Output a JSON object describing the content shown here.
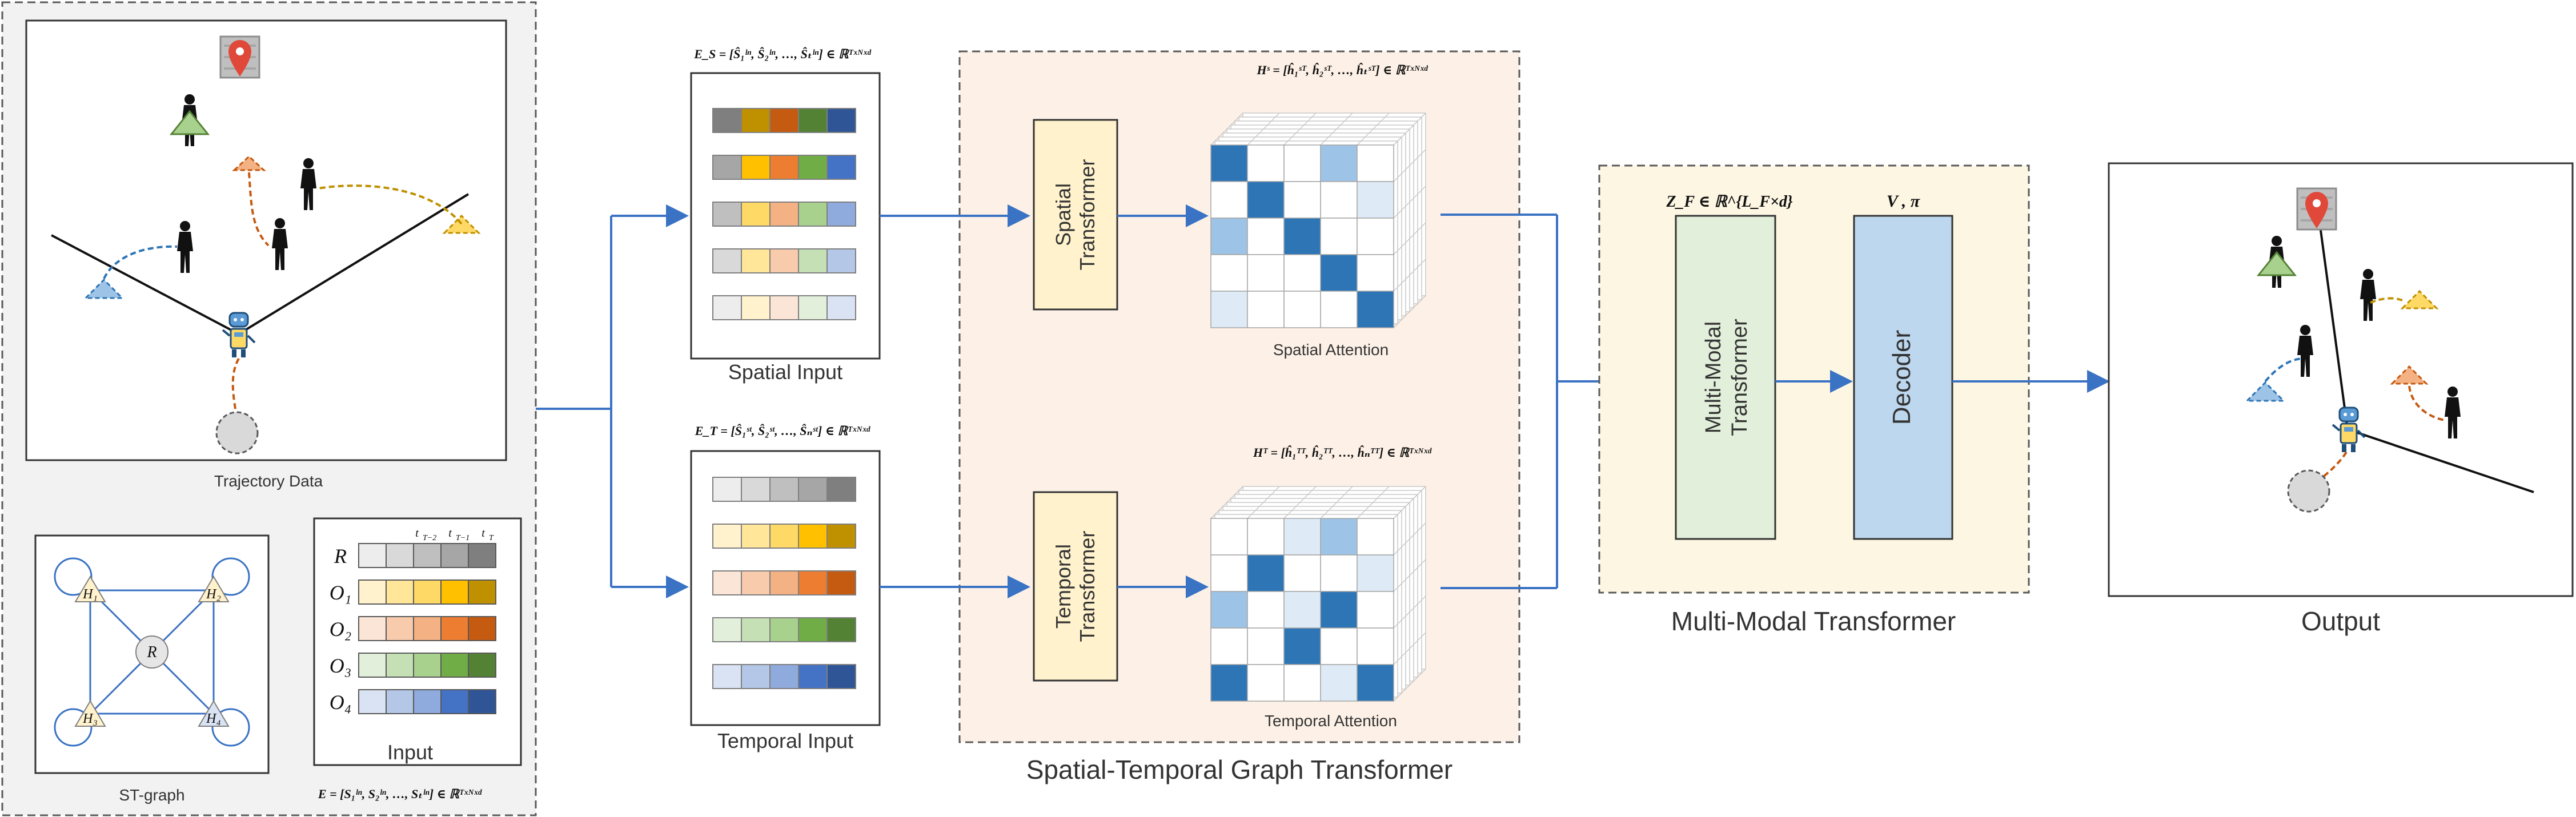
{
  "panels": {
    "trajectory_data": "Trajectory Data",
    "st_graph": "ST-graph",
    "input_label": "Input",
    "spatial_input": "Spatial Input",
    "temporal_input": "Temporal Input",
    "spatial_attention": "Spatial Attention",
    "temporal_attention": "Temporal Attention",
    "stgt_title": "Spatial-Temporal Graph Transformer",
    "mmt_title": "Multi-Modal Transformer",
    "output_title": "Output"
  },
  "blocks": {
    "spatial_transformer": [
      "Spatial",
      "Transformer"
    ],
    "temporal_transformer": [
      "Temporal",
      "Transformer"
    ],
    "multimodal_transformer": [
      "Multi-Modal",
      "Transformer"
    ],
    "decoder": "Decoder"
  },
  "formulas": {
    "E": "E = [S₁ˡⁿ, S₂ˡⁿ, …, Sₜˡⁿ] ∈ ℝᵀˣᴺˣᵈ",
    "E_S": "E_S = [Ŝ₁ˡⁿ, Ŝ₂ˡⁿ, …, Ŝₜˡⁿ] ∈ ℝᵀˣᴺˣᵈ",
    "E_T": "E_T = [Ŝ₁ˢᵗ, Ŝ₂ˢᵗ, …, Ŝₙˢᵗ] ∈ ℝᵀˣᴺˣᵈ",
    "H_S": "Hˢ = [ĥ₁ˢᵀ, ĥ₂ˢᵀ, …, ĥₜˢᵀ] ∈ ℝᵀˣᴺˣᵈ",
    "H_T": "Hᵀ = [ĥ₁ᵀᵀ, ĥ₂ᵀᵀ, …, ĥₙᵀᵀ] ∈ ℝᵀˣᴺˣᵈ",
    "Z_F": "Z_F ∈ ℝ^{L_F×d}",
    "V_pi": "V , π"
  },
  "graph_nodes": {
    "R": "R",
    "H1": "H₁",
    "H2": "H₂",
    "H3": "H₃",
    "H4": "H₄"
  },
  "input_rows": {
    "labels": [
      "R",
      "O₁",
      "O₂",
      "O₃",
      "O₄"
    ],
    "time_labels": [
      "t_{T−2}",
      "t_{T−1}",
      "t_T"
    ]
  },
  "colors": {
    "arrow_blue": "#3a72c4",
    "attention_blue": "#2e75b6",
    "transformer_fill": "#fff2cc",
    "mm_transformer_fill": "#e2efda",
    "decoder_fill": "#bdd7ee",
    "stgt_bg": "#fdf1e7",
    "mmt_bg": "#fdf6e3",
    "trajectory_bg": "#f2f2f2",
    "row_colors": {
      "R": [
        "#ededed",
        "#d9d9d9",
        "#bfbfbf",
        "#a6a6a6",
        "#7f7f7f"
      ],
      "O1": [
        "#fff2cc",
        "#ffe699",
        "#ffd966",
        "#ffc000",
        "#bf9000"
      ],
      "O2": [
        "#fbe5d6",
        "#f8cbad",
        "#f4b183",
        "#ed7d31",
        "#c55a11"
      ],
      "O3": [
        "#e2efda",
        "#c5e0b4",
        "#a9d18e",
        "#70ad47",
        "#548235"
      ],
      "O4": [
        "#dae3f3",
        "#b4c7e7",
        "#8faadc",
        "#4472c4",
        "#2f5597"
      ]
    }
  }
}
